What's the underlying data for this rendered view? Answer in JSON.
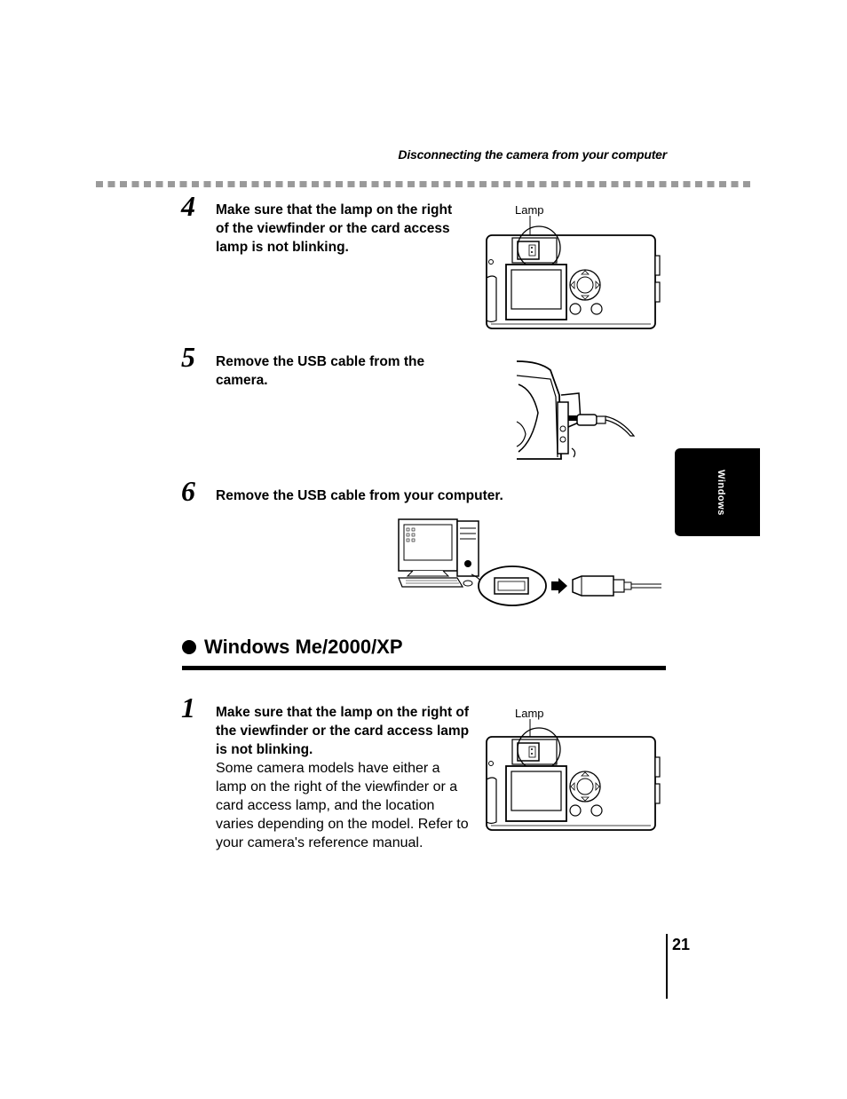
{
  "header": {
    "title": "Disconnecting the camera from your computer"
  },
  "side_tab": {
    "label": "Windows"
  },
  "steps_top": [
    {
      "number": "4",
      "text": "Make sure that the lamp on the right of the viewfinder or the card access lamp is not blinking.",
      "figure_label": "Lamp"
    },
    {
      "number": "5",
      "text": "Remove the USB cable from the camera."
    },
    {
      "number": "6",
      "text": "Remove the USB cable from your computer."
    }
  ],
  "section": {
    "title": "Windows Me/2000/XP",
    "steps": [
      {
        "number": "1",
        "bold_text": "Make sure that the lamp on the right of the viewfinder or the card access lamp is not blinking.",
        "normal_text": "Some camera models have either a lamp on the right of the viewfinder or a card access lamp, and the location varies depending on the model. Refer to your camera's reference manual.",
        "figure_label": "Lamp"
      }
    ]
  },
  "page_number": "21"
}
